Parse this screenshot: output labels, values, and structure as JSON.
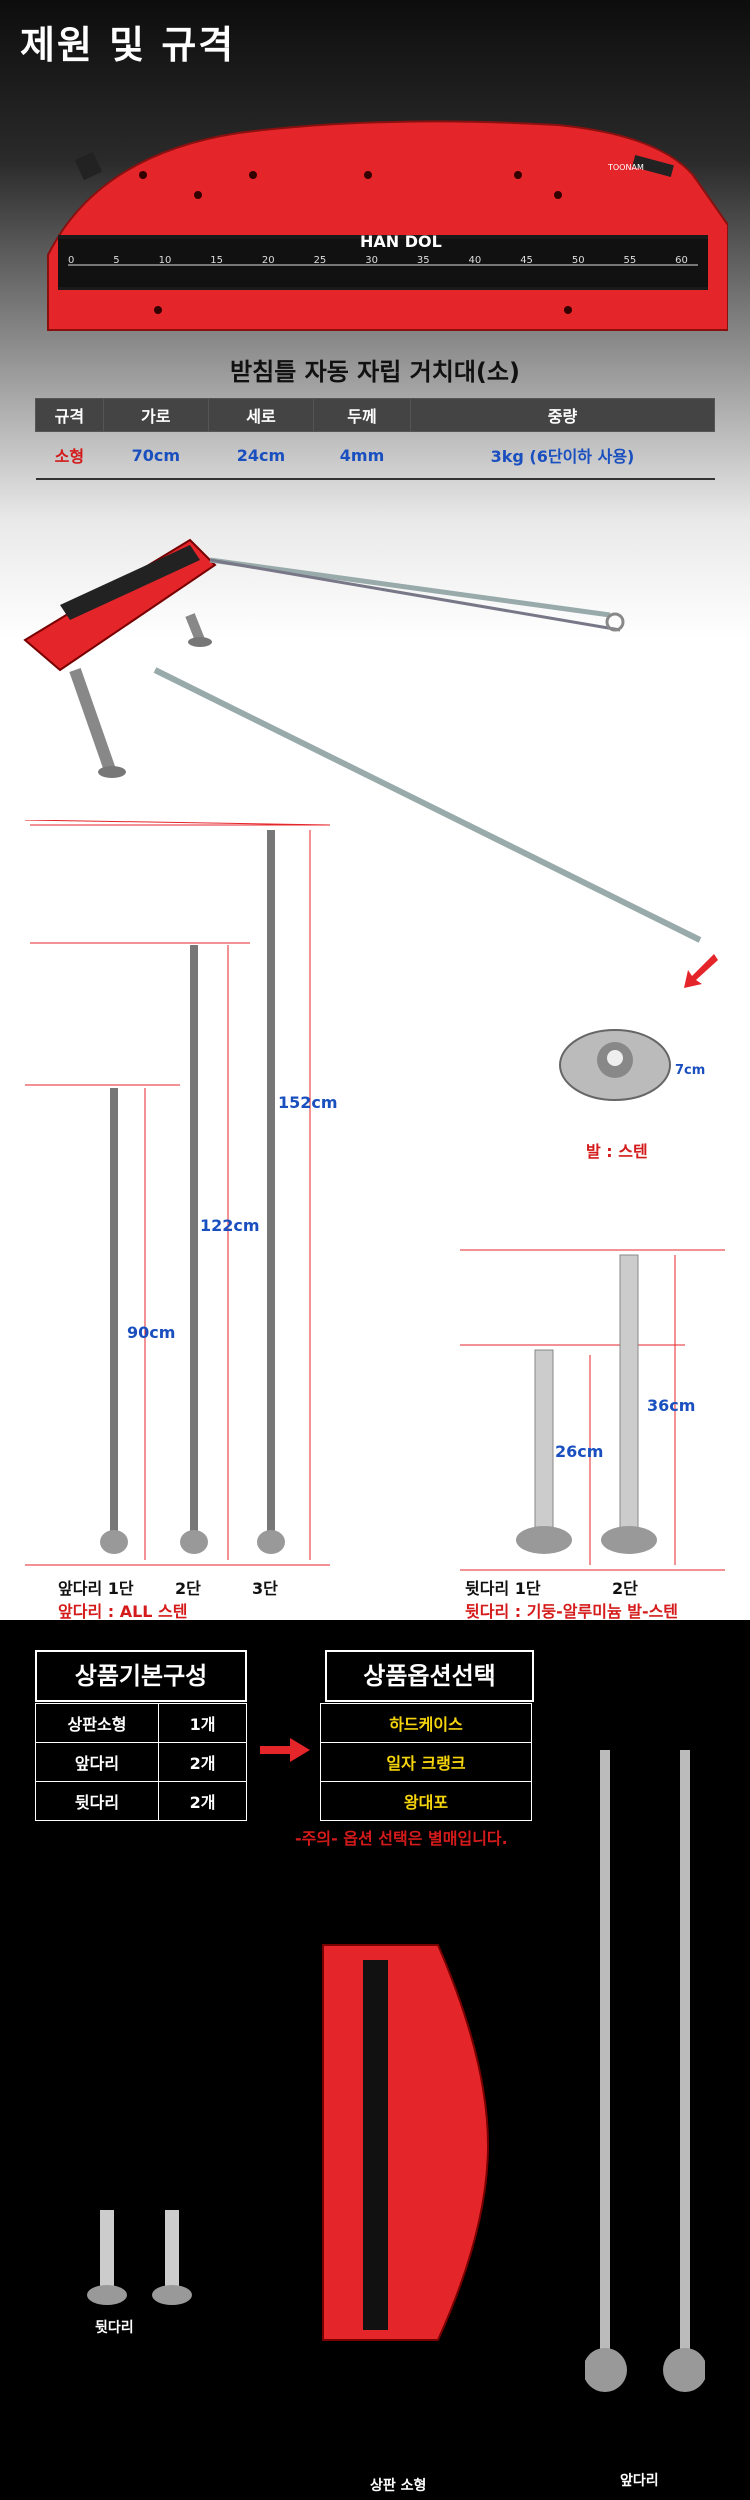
{
  "title": "제원 및 규격",
  "board_brand": "HAN DOL",
  "ruler_ticks": [
    "0",
    "5",
    "10",
    "15",
    "20",
    "25",
    "30",
    "35",
    "40",
    "45",
    "50",
    "55",
    "60"
  ],
  "board_tag": "TOONAM",
  "product_name": "받침틀 자동 자립 거치대(소)",
  "spec": {
    "headers": [
      "규격",
      "가로",
      "세로",
      "두께",
      "중량"
    ],
    "row": [
      "소형",
      "70cm",
      "24cm",
      "4mm",
      "3kg (6단이하 사용)"
    ]
  },
  "foot": {
    "dimension": "7cm",
    "label": "발 : 스텐"
  },
  "front_legs": {
    "heights": [
      "90cm",
      "122cm",
      "152cm"
    ],
    "labels": [
      "앞다리 1단",
      "2단",
      "3단"
    ],
    "material": "앞다리 : ALL 스텐"
  },
  "rear_legs": {
    "heights": [
      "26cm",
      "36cm"
    ],
    "labels": [
      "뒷다리 1단",
      "2단"
    ],
    "material": "뒷다리 : 기둥-알루미늄 발-스텐"
  },
  "basic_composition": {
    "title": "상품기본구성",
    "rows": [
      [
        "상판소형",
        "1개"
      ],
      [
        "앞다리",
        "2개"
      ],
      [
        "뒷다리",
        "2개"
      ]
    ]
  },
  "option": {
    "title": "상품옵션선택",
    "items": [
      "하드케이스",
      "일자 크랭크",
      "왕대포"
    ],
    "note": "-주의- 옵션 선택은 별매입니다."
  },
  "photo_labels": {
    "rear": "뒷다리",
    "board": "상판 소형",
    "front": "앞다리"
  },
  "colors": {
    "accent_red": "#d41a1a",
    "text_blue": "#1a4fbf",
    "option_yellow": "#f5d40c"
  }
}
